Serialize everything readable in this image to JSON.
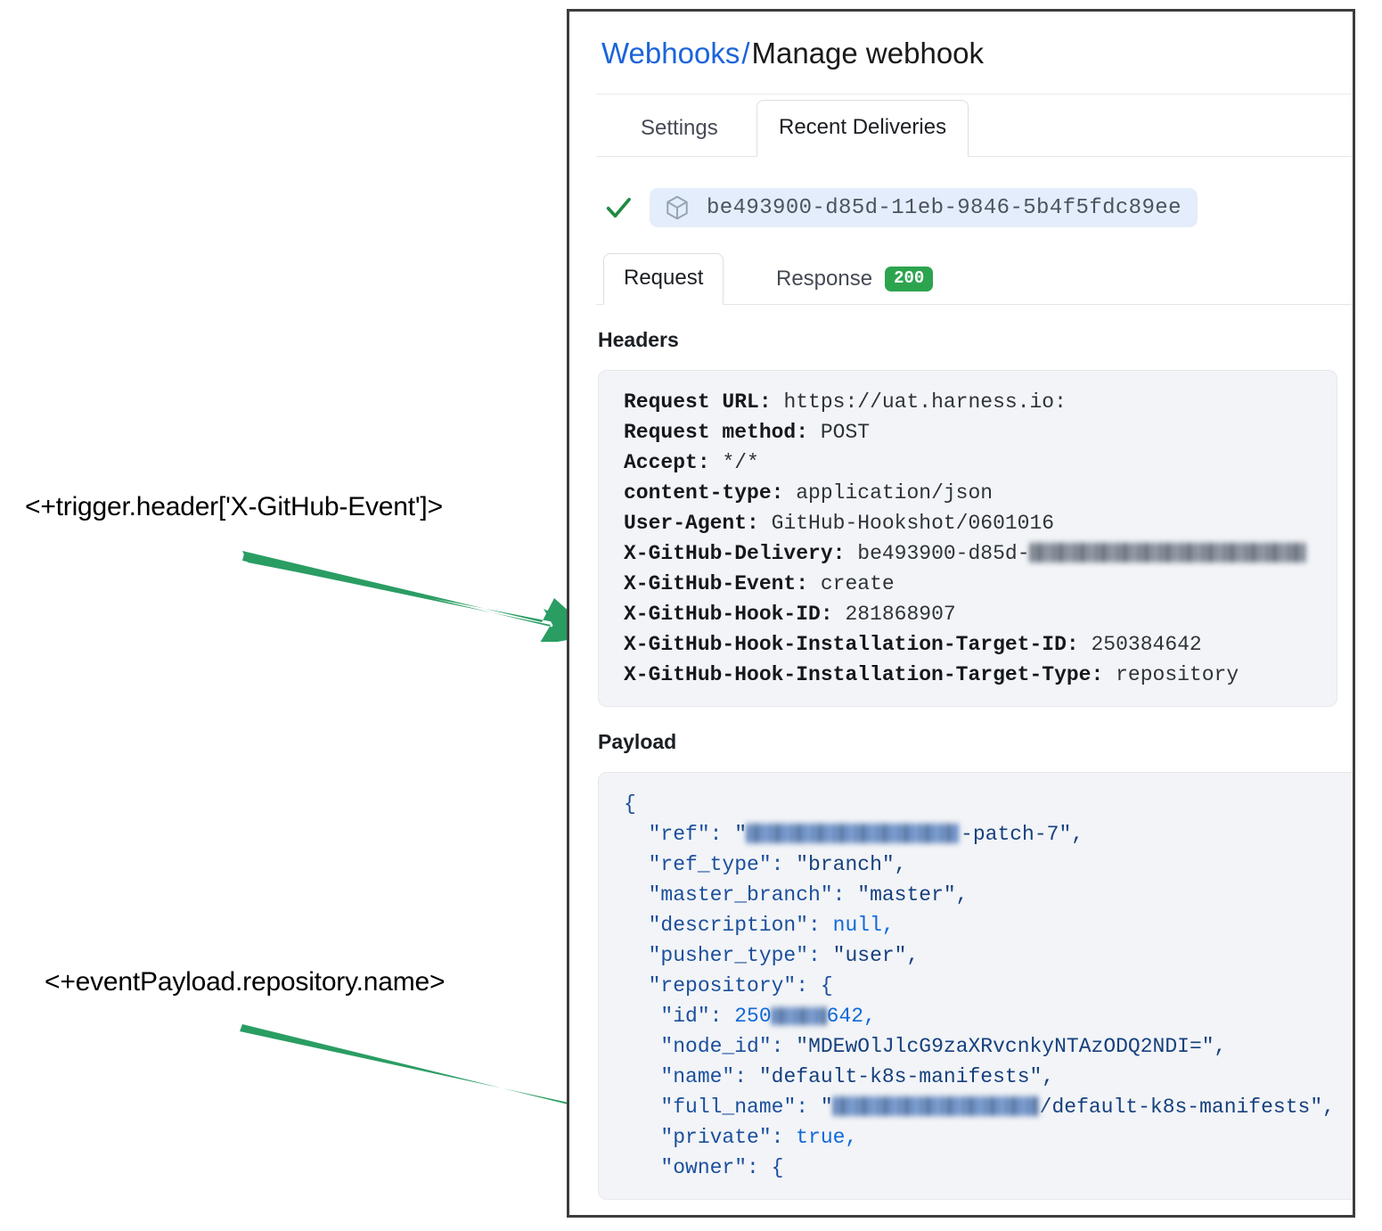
{
  "annotations": [
    {
      "id": "annot-1",
      "text": "<+trigger.header['X-GitHub-Event']>",
      "arrow_color": "#2a9d63"
    },
    {
      "id": "annot-2",
      "text": "<+eventPayload.repository.name>",
      "arrow_color": "#2a9d63"
    }
  ],
  "panel": {
    "breadcrumb": {
      "link": "Webhooks",
      "separator": "/",
      "current": "Manage webhook"
    },
    "outer_tabs": [
      {
        "label": "Settings",
        "active": false
      },
      {
        "label": "Recent Deliveries",
        "active": true
      }
    ],
    "delivery": {
      "status_icon": "check-icon",
      "package_icon": "package-icon",
      "id": "be493900-d85d-11eb-9846-5b4f5fdc89ee"
    },
    "inner_tabs": [
      {
        "label": "Request",
        "active": true,
        "badge": ""
      },
      {
        "label": "Response",
        "active": false,
        "badge": "200"
      }
    ],
    "headers_section": {
      "title": "Headers",
      "lines": [
        {
          "key": "Request URL:",
          "value": "https://uat.harness.io:"
        },
        {
          "key": "Request method:",
          "value": "POST"
        },
        {
          "key": "Accept:",
          "value": "*/*"
        },
        {
          "key": "content-type:",
          "value": "application/json"
        },
        {
          "key": "User-Agent:",
          "value": "GitHub-Hookshot/0601016"
        },
        {
          "key": "X-GitHub-Delivery:",
          "value": "be493900-d85d-",
          "redacted_suffix": true
        },
        {
          "key": "X-GitHub-Event:",
          "value": "create"
        },
        {
          "key": "X-GitHub-Hook-ID:",
          "value": "281868907"
        },
        {
          "key": "X-GitHub-Hook-Installation-Target-ID:",
          "value": "250384642"
        },
        {
          "key": "X-GitHub-Hook-Installation-Target-Type:",
          "value": "repository"
        }
      ]
    },
    "payload_section": {
      "title": "Payload",
      "lines": [
        {
          "indent": 0,
          "text": "{"
        },
        {
          "indent": 1,
          "key": "\"ref\"",
          "value": "\"",
          "redacted": "username",
          "value_tail": "-patch-7\","
        },
        {
          "indent": 1,
          "key": "\"ref_type\"",
          "value": "\"branch\","
        },
        {
          "indent": 1,
          "key": "\"master_branch\"",
          "value": "\"master\","
        },
        {
          "indent": 1,
          "key": "\"description\"",
          "value": "null,",
          "literal": true
        },
        {
          "indent": 1,
          "key": "\"pusher_type\"",
          "value": "\"user\","
        },
        {
          "indent": 1,
          "key": "\"repository\"",
          "value": "{"
        },
        {
          "indent": 2,
          "key": "\"id\"",
          "value": "250",
          "redacted": "digits",
          "value_tail": "642,",
          "number": true
        },
        {
          "indent": 2,
          "key": "\"node_id\"",
          "value": "\"MDEwOlJlcG9zaXRvcnkyNTAzODQ2NDI=\","
        },
        {
          "indent": 2,
          "key": "\"name\"",
          "value": "\"default-k8s-manifests\","
        },
        {
          "indent": 2,
          "key": "\"full_name\"",
          "value": "\"",
          "redacted": "username",
          "value_tail": "/default-k8s-manifests\","
        },
        {
          "indent": 2,
          "key": "\"private\"",
          "value": "true,",
          "literal": true
        },
        {
          "indent": 2,
          "key": "\"owner\"",
          "value": "{"
        }
      ]
    }
  },
  "colors": {
    "link_blue": "#1b64da",
    "badge_green": "#2ca44e",
    "arrow_green": "#2a9d63",
    "chip_blue_bg": "#e4edfb",
    "code_bg": "#f2f4f7",
    "panel_border": "#3d3d3d"
  }
}
